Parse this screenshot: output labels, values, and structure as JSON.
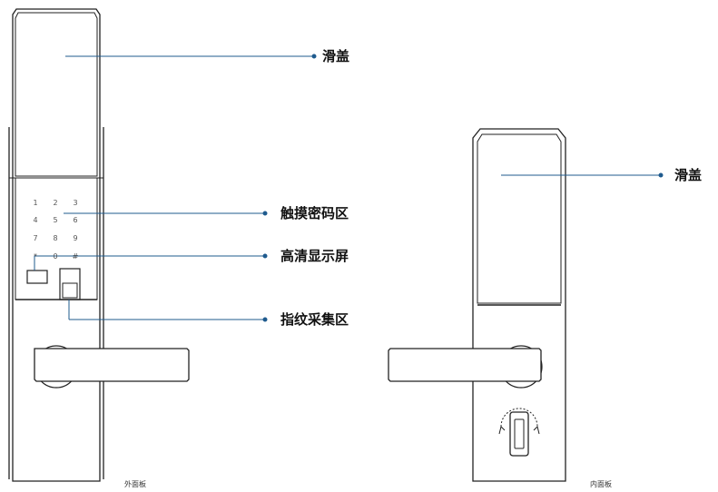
{
  "outer_panel": {
    "caption": "外面板",
    "keypad_keys": [
      "1",
      "2",
      "3",
      "4",
      "5",
      "6",
      "7",
      "8",
      "9",
      "*",
      "0",
      "#"
    ],
    "callouts": {
      "slide_cover": "滑盖",
      "touch_keypad": "触摸密码区",
      "hd_display": "高清显示屏",
      "fingerprint_area": "指纹采集区"
    }
  },
  "inner_panel": {
    "caption": "内面板",
    "callouts": {
      "slide_cover": "滑盖"
    }
  },
  "colors": {
    "callout_line": "#1f5b8e",
    "outline": "#222222"
  }
}
